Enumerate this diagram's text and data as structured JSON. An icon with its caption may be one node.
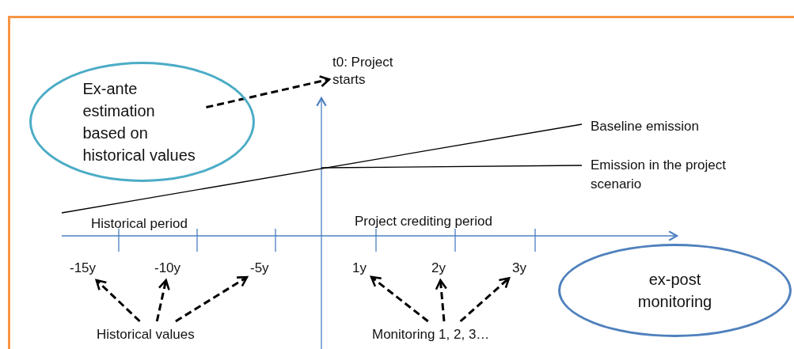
{
  "diagram": {
    "nodes": [
      {
        "text": [
          "Ex-ante estimation based on historical values"
        ]
      },
      {
        "text": [
          "t0: Project starts"
        ]
      },
      {
        "text": [
          "-15y"
        ]
      },
      {
        "text": [
          "-10y"
        ]
      },
      {
        "text": [
          "-5y"
        ]
      },
      {
        "text": [
          "1y"
        ]
      },
      {
        "text": [
          "2y"
        ]
      },
      {
        "text": [
          "3y"
        ]
      },
      {
        "text": [
          "Historical values"
        ]
      },
      {
        "text": [
          "Monitoring 1, 2, 3…"
        ]
      },
      {
        "text": [
          "ex-post monitoring"
        ]
      }
    ],
    "edges": [
      {
        "from": 0,
        "to": 1,
        "arrow": "to",
        "style": "dashed"
      },
      {
        "from": 8,
        "to": 2,
        "arrow": "to",
        "style": "dashed"
      },
      {
        "from": 8,
        "to": 3,
        "arrow": "to",
        "style": "dashed"
      },
      {
        "from": 8,
        "to": 4,
        "arrow": "to",
        "style": "dashed"
      },
      {
        "from": 9,
        "to": 5,
        "arrow": "to",
        "style": "dashed"
      },
      {
        "from": 9,
        "to": 6,
        "arrow": "to",
        "style": "dashed"
      },
      {
        "from": 9,
        "to": 7,
        "arrow": "to",
        "style": "dashed"
      }
    ],
    "labels": [
      "Baseline emission",
      "Emission in the project scenario",
      "Historical period",
      "Project crediting period"
    ]
  }
}
